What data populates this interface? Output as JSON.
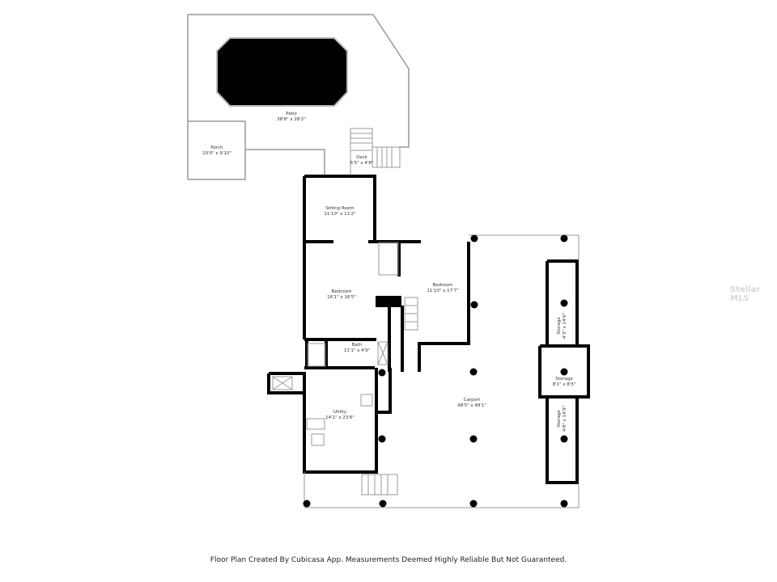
{
  "rooms": [
    {
      "name": "Patio",
      "dims": "38'8\" x 28'2\""
    },
    {
      "name": "Porch",
      "dims": "10'0\" x 9'10\""
    },
    {
      "name": "Deck",
      "dims": "5'5\" x 4'8\""
    },
    {
      "name": "Sitting Room",
      "dims": "11'10\" x 11'2\""
    },
    {
      "name": "Bedroom",
      "dims": "16'1\" x 16'5\""
    },
    {
      "name": "Bedroom",
      "dims": "11'10\" x 17'7\""
    },
    {
      "name": "Bath",
      "dims": "11'1\" x 4'9\""
    },
    {
      "name": "Utility",
      "dims": "14'1\" x 23'6\""
    },
    {
      "name": "Carport",
      "dims": "48'5\" x 48'1\""
    },
    {
      "name": "Storage",
      "dims": "4'3\" x 14'6\""
    },
    {
      "name": "Storage",
      "dims": "8'1\" x 8'5\""
    },
    {
      "name": "Storage",
      "dims": "4'8\" x 14'9\""
    }
  ],
  "footer": "Floor Plan Created By Cubicasa App. Measurements Deemed Highly Reliable But Not Guaranteed.",
  "watermark": "Stellar MLS",
  "colors": {
    "wall": "#000000",
    "outline": "#999999",
    "pool": "#000000",
    "background": "#ffffff"
  }
}
